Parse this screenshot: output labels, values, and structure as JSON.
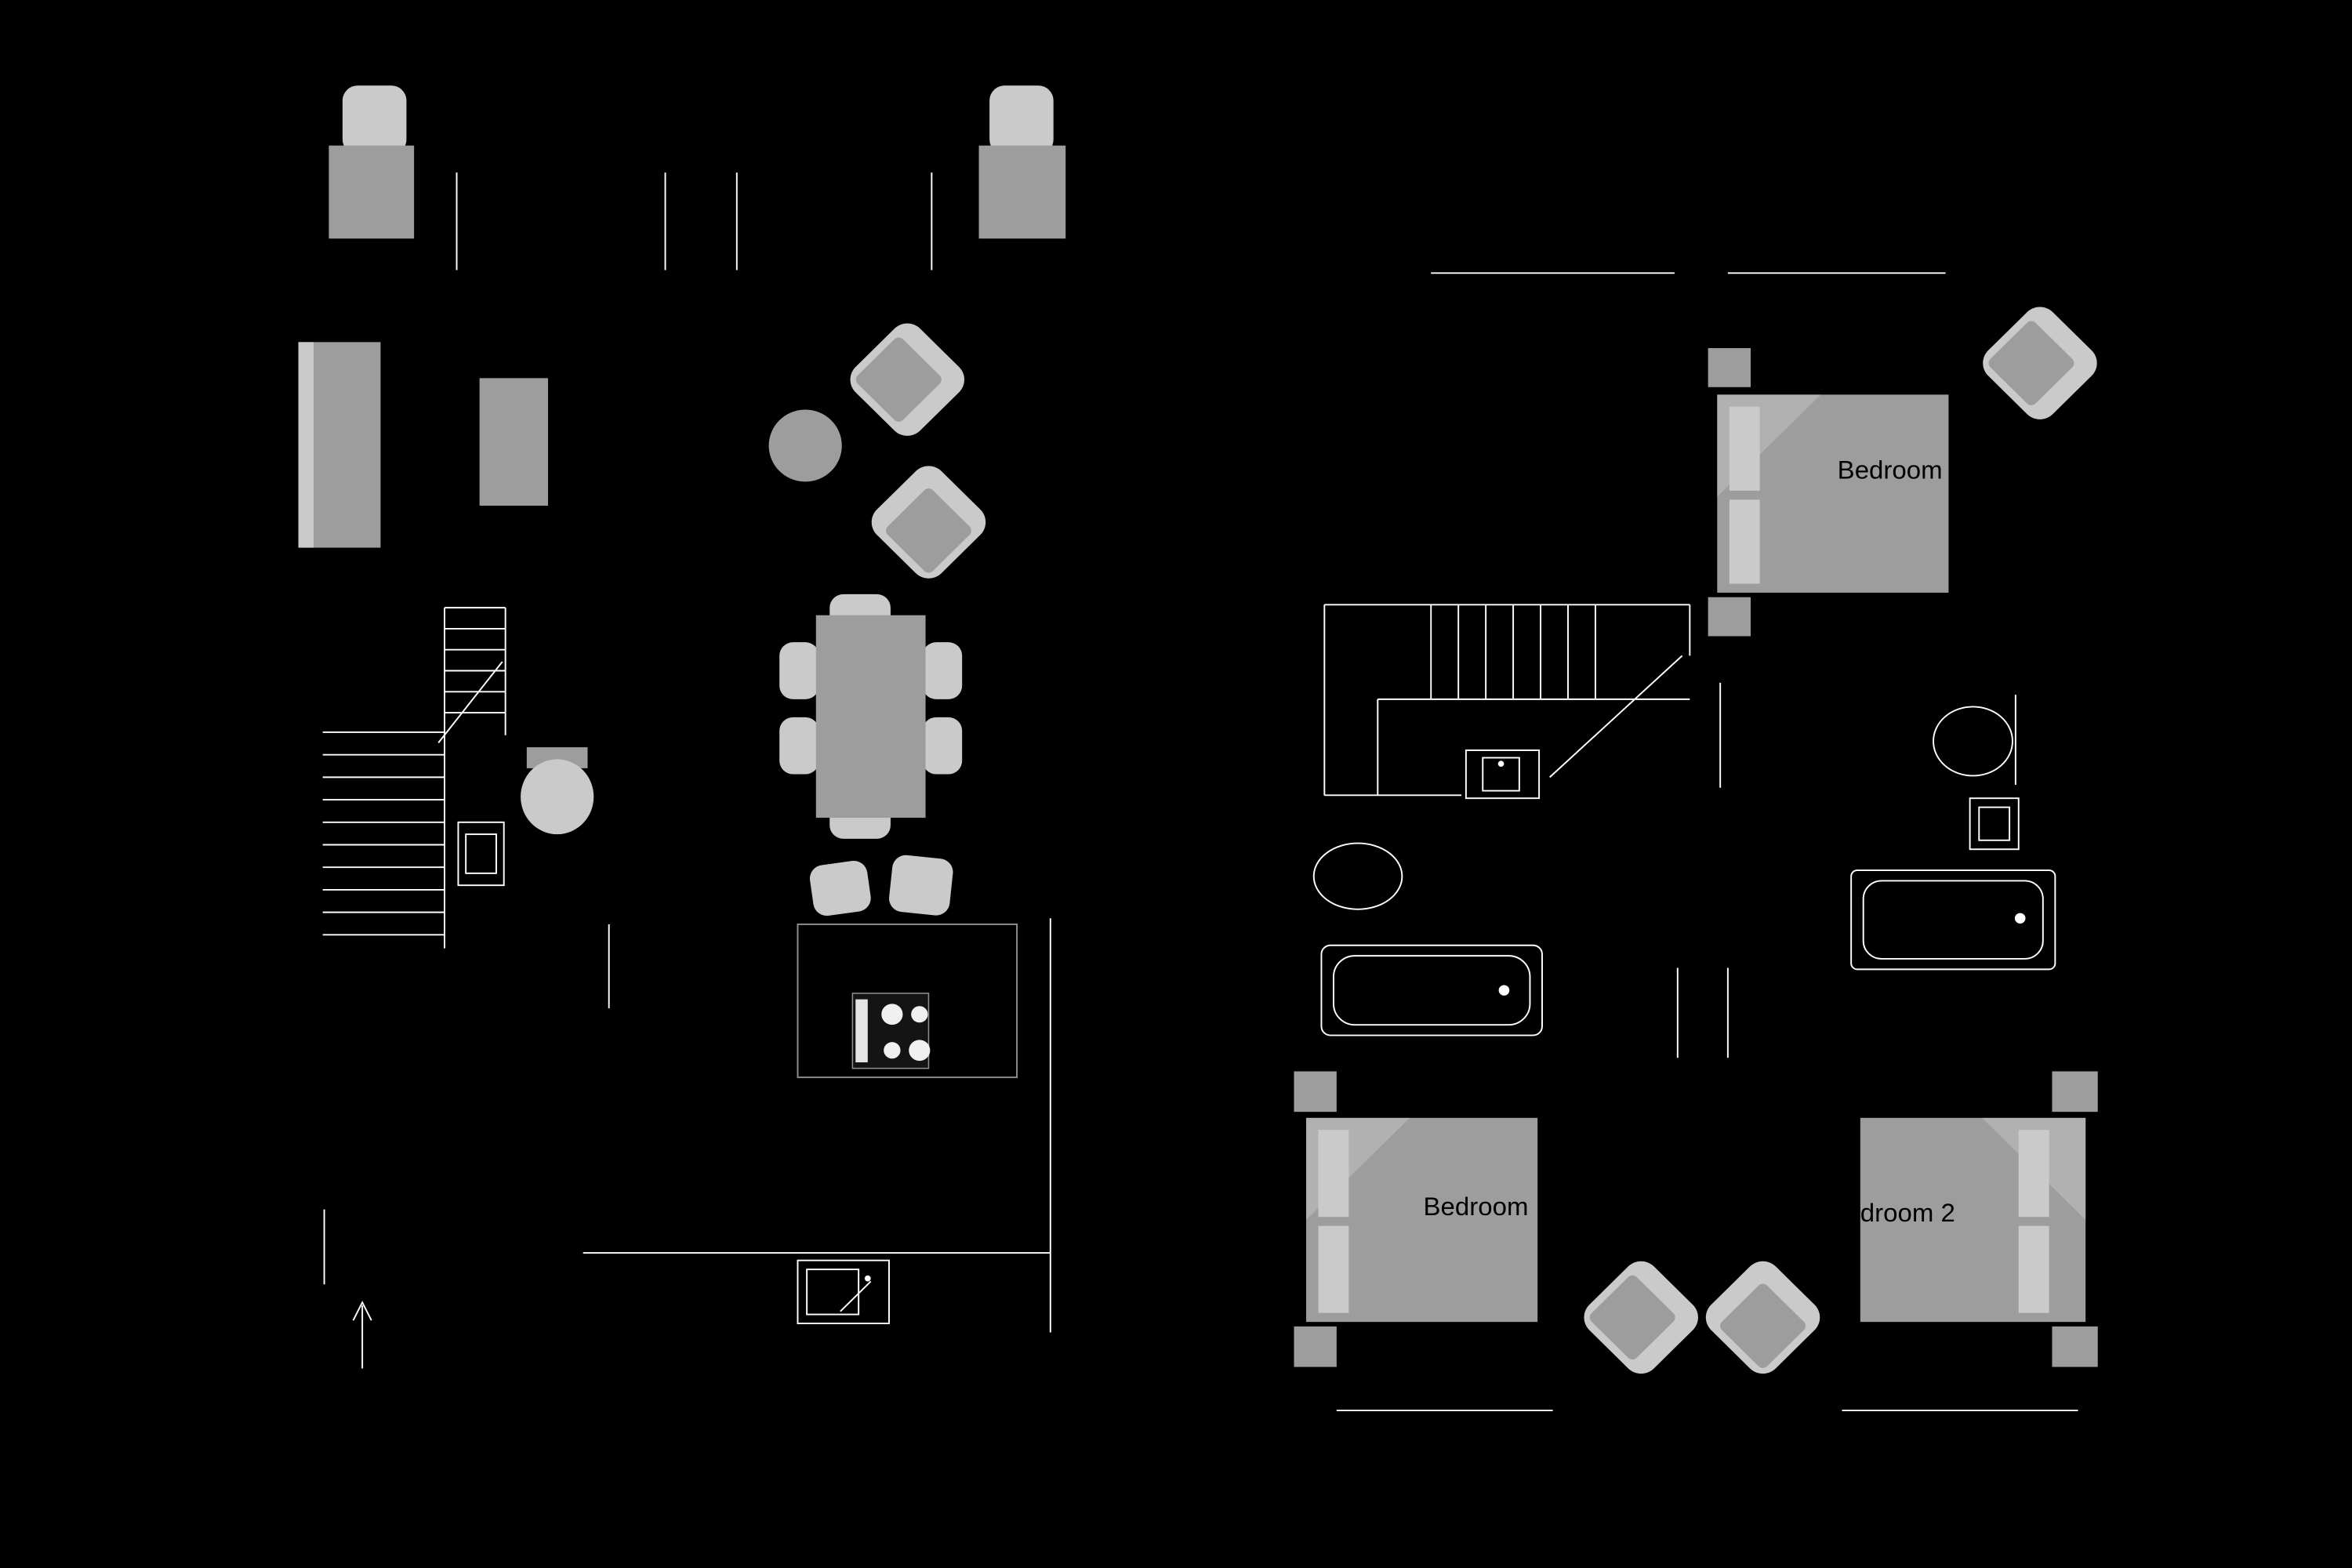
{
  "scene": "floor-plan",
  "colors": {
    "background": "#000000",
    "furniture": "#9d9d9d",
    "furniture_light": "#cacaca",
    "line": "#ffffff",
    "line_dim": "#8f8f8f",
    "label": "#000000"
  },
  "labels": {
    "bedroom_top_right": "Bedroom",
    "bedroom_bottom_left": "Bedroom",
    "bedroom_bottom_right": "droom 2"
  }
}
